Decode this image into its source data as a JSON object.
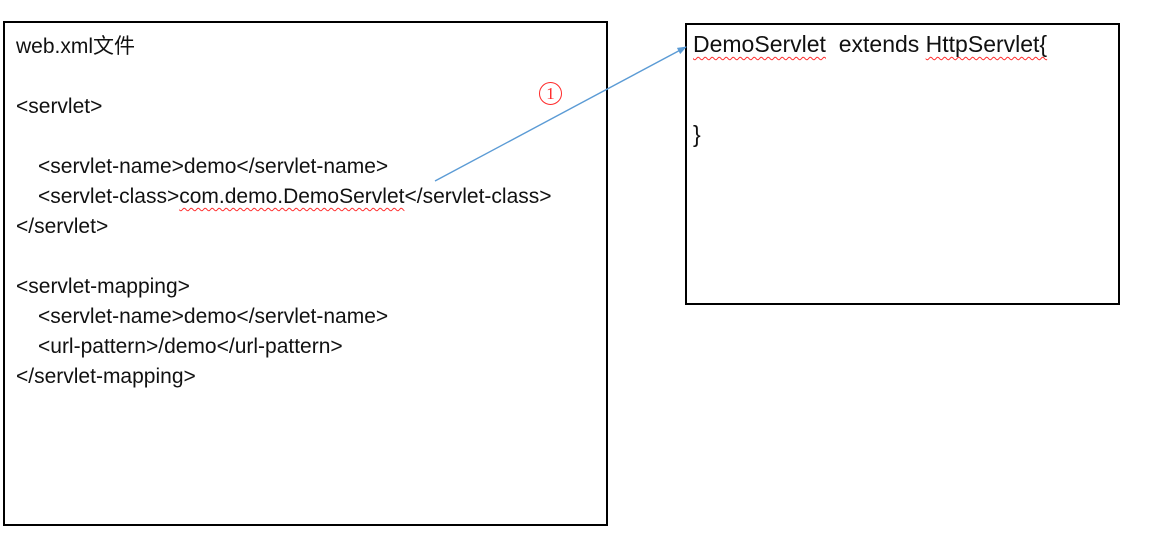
{
  "web_xml": {
    "title": "web.xml文件",
    "servlet_open": "<servlet>",
    "servlet_name": "<servlet-name>demo</servlet-name>",
    "servlet_class_open": "<servlet-class>",
    "servlet_class_value": "com.demo.DemoServlet",
    "servlet_class_close": "</servlet-class>",
    "servlet_close": "</servlet>",
    "mapping_open": "<servlet-mapping>",
    "mapping_servlet_name": "<servlet-name>demo</servlet-name>",
    "mapping_url_pattern": "<url-pattern>/demo</url-pattern>",
    "mapping_close": "</servlet-mapping>"
  },
  "java_class": {
    "class_name": "DemoServlet",
    "extends_segment": "  extends ",
    "superclass": "HttpServlet{",
    "closing_brace": "}"
  },
  "annotation": {
    "step_number": "1"
  },
  "colors": {
    "arrow_blue": "#5b9bd5",
    "annotation_red": "#ff2a2a",
    "spellcheck_red": "#ff2a2a",
    "border_black": "#000000",
    "text_black": "#111111"
  }
}
